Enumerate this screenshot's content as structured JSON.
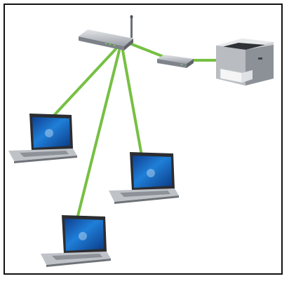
{
  "diagram": {
    "type": "network-topology",
    "nodes": [
      {
        "id": "router",
        "kind": "wireless-router",
        "icon": "router-icon"
      },
      {
        "id": "print_server",
        "kind": "print-server",
        "icon": "print-server-icon"
      },
      {
        "id": "printer",
        "kind": "laser-printer",
        "icon": "printer-icon"
      },
      {
        "id": "laptop_a",
        "kind": "laptop",
        "icon": "laptop-icon"
      },
      {
        "id": "laptop_b",
        "kind": "laptop",
        "icon": "laptop-icon"
      },
      {
        "id": "laptop_c",
        "kind": "laptop",
        "icon": "laptop-icon"
      }
    ],
    "links": [
      {
        "from": "router",
        "to": "print_server"
      },
      {
        "from": "print_server",
        "to": "printer"
      },
      {
        "from": "router",
        "to": "laptop_a"
      },
      {
        "from": "router",
        "to": "laptop_b"
      },
      {
        "from": "router",
        "to": "laptop_c"
      }
    ],
    "colors": {
      "link": "#77c043",
      "frame": "#111111",
      "background": "#ffffff",
      "screen": "#1a6fc7",
      "device_body": "#b8bcc2"
    }
  }
}
